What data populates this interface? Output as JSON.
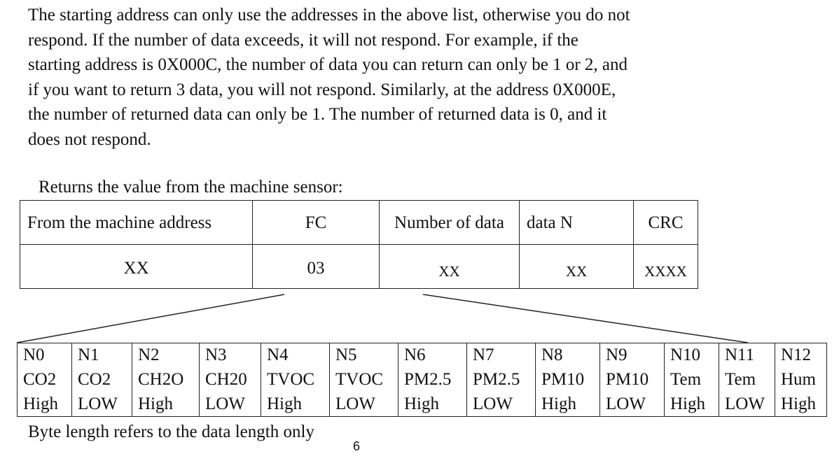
{
  "paragraph_lines": [
    "The starting address can only use the addresses in the above list, otherwise you do not",
    "respond. If the number of data exceeds, it will not respond. For example, if the",
    "starting address is 0X000C, the number of data you can return can only be 1 or 2, and",
    "if you want to return 3 data, you will not respond. Similarly, at the address 0X000E,",
    "the number of returned data can only be 1. The number of returned data is 0, and it",
    "does not respond."
  ],
  "caption": "Returns the value from the machine sensor:",
  "frame_table": {
    "headers": [
      "From the machine address",
      "FC",
      "Number of data",
      "data N",
      "CRC"
    ],
    "values": [
      "XX",
      "03",
      "XX",
      "XX",
      "XXXX"
    ]
  },
  "data_table": {
    "ids": [
      "N0",
      "N1",
      "N2",
      "N3",
      "N4",
      "N5",
      "N6",
      "N7",
      "N8",
      "N9",
      "N10",
      "N11",
      "N12"
    ],
    "names": [
      "CO2",
      "CO2",
      "CH2O",
      "CH20",
      "TVOC",
      "TVOC",
      "PM2.5",
      "PM2.5",
      "PM10",
      "PM10",
      "Tem",
      "Tem",
      "Hum"
    ],
    "bytes": [
      "High",
      "LOW",
      "High",
      "LOW",
      "High",
      "LOW",
      "High",
      "LOW",
      "High",
      "LOW",
      "High",
      "LOW",
      "High"
    ]
  },
  "note": "Byte length refers to the data length only",
  "page_number": "6"
}
